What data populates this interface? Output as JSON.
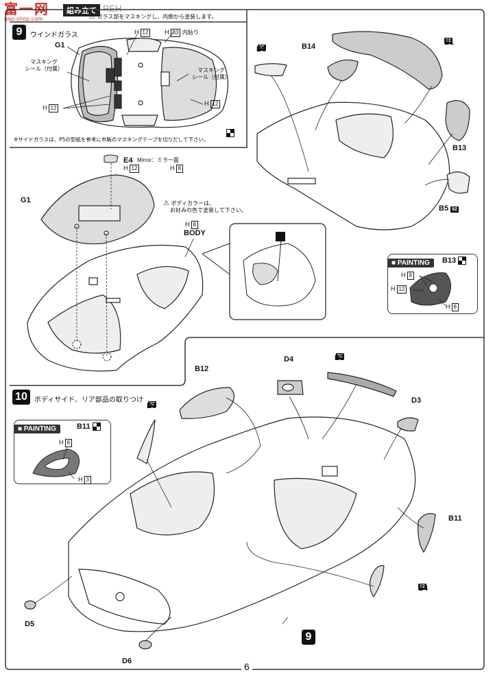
{
  "header": {
    "logo_text": "富一网",
    "logo_url": "gao-shop.com",
    "section_title": "組み立て",
    "section_suffix": "REH"
  },
  "step9": {
    "number": "9",
    "title": "ウインドガラス",
    "top_note": "ガラス部をマスキングし、内側から塗装します。",
    "parts": {
      "g1": "G1",
      "masking_left": "マスキング\nシール（付属）",
      "masking_right": "マスキング\nシール（付属）",
      "h12_a": "H",
      "h12_b": "H",
      "h12_c": "H",
      "h12_d": "H",
      "h83": "H",
      "code12": "12",
      "code83": "83",
      "inner_paste": "内貼り"
    },
    "side_glass_note": "※サイドガラスは、P5の型紙を参考に市販のマスキングテープを切りだして下さい。",
    "mirror_part": "E4",
    "mirror_desc": "Mirror：ミラー面",
    "mirror_h12": "12",
    "mirror_h8": "8",
    "body_color_note_1": "ボディカラーは、",
    "body_color_note_2": "お好みの色で塗装して下さい。",
    "body_h8": "8",
    "body_label": "BODY",
    "g1_lower": "G1"
  },
  "upper_right": {
    "b6": "B6",
    "b14": "B14",
    "b1": "B1",
    "b13": "B13",
    "b5": "B5",
    "badge": "92"
  },
  "painting_b13": {
    "title": "PAINTING",
    "part": "B13",
    "h8_a": "8",
    "h12": "12",
    "h8_b": "8"
  },
  "step10": {
    "number": "10",
    "title": "ボディサイド、リア部品の取りつけ",
    "b12": "B12",
    "d4": "D4",
    "b2": "B2",
    "b3": "B3",
    "d3": "D3",
    "b11": "B11",
    "b4": "B4",
    "d5": "D5",
    "d6": "D6",
    "step_ref": "9",
    "badge": "92"
  },
  "painting_b11": {
    "title": "PAINTING",
    "part": "B11",
    "h8": "8",
    "h3": "3"
  },
  "footer": {
    "page_number": "6"
  }
}
